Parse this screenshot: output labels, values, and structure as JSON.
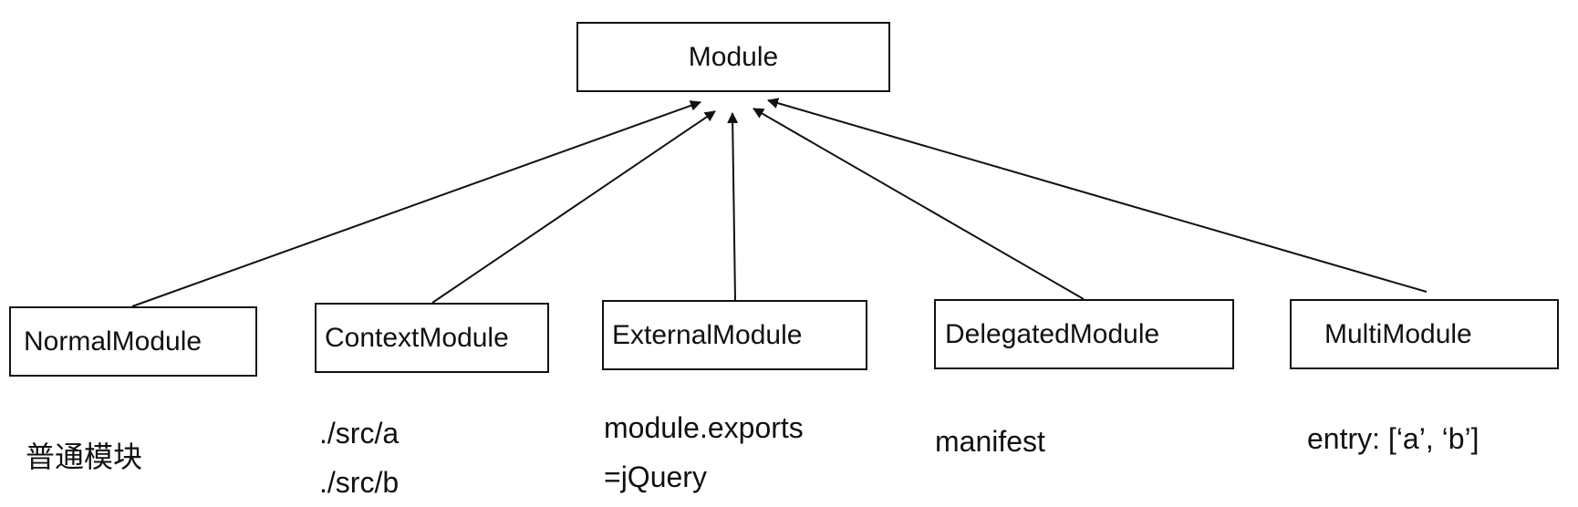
{
  "diagram": {
    "root": "Module",
    "children": [
      {
        "label": "NormalModule",
        "note": [
          "普通模块"
        ]
      },
      {
        "label": "ContextModule",
        "note": [
          "./src/a",
          "./src/b"
        ]
      },
      {
        "label": "ExternalModule",
        "note": [
          "module.exports",
          "=jQuery"
        ]
      },
      {
        "label": "DelegatedModule",
        "note": [
          "manifest"
        ]
      },
      {
        "label": "MultiModule",
        "note": [
          "entry: [‘a’, ‘b’]"
        ]
      }
    ],
    "edge_color": "#111111"
  }
}
